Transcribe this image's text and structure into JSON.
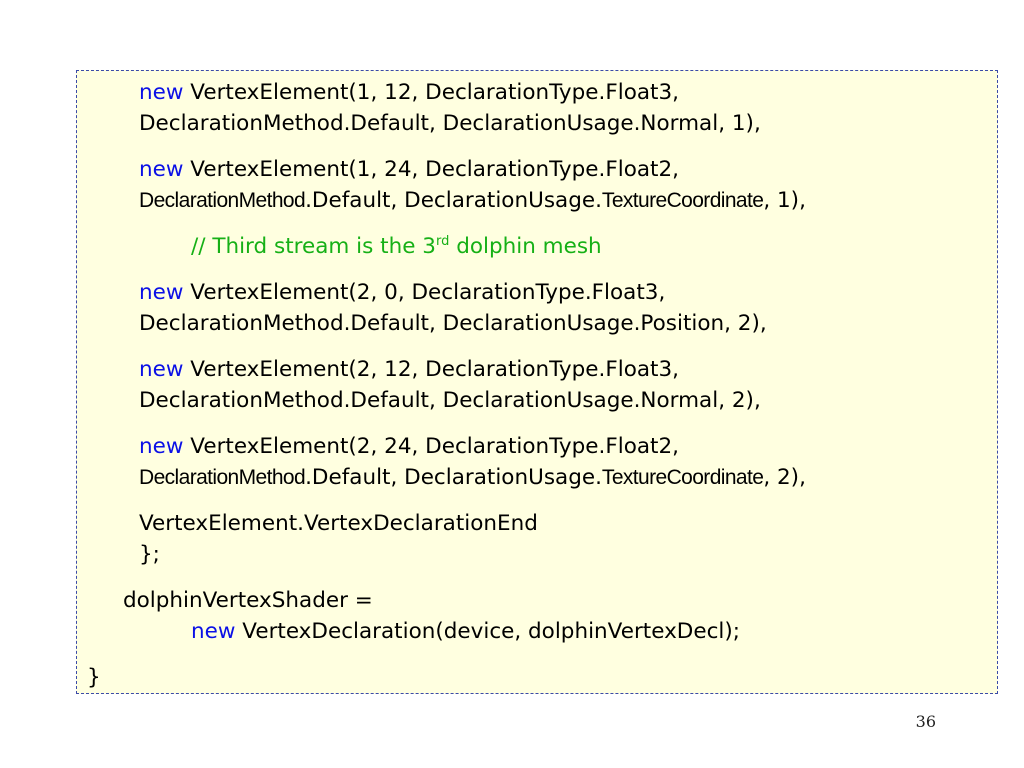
{
  "code": {
    "keyword": "new",
    "l1": "VertexElement(1, 12, DeclarationType.Float3,",
    "l2": "DeclarationMethod.Default, DeclarationUsage.Normal, 1),",
    "l3": "VertexElement(1, 24, DeclarationType.Float2,",
    "l4a": "DeclarationMethod",
    "l4b": ".Default, DeclarationUsage.",
    "l4c": "TextureCoordinate",
    "l4d": ", 1),",
    "comment_pre": "// Third stream is the 3",
    "comment_sup": "rd",
    "comment_post": " dolphin mesh",
    "l6": "VertexElement(2, 0, DeclarationType.Float3,",
    "l7": "DeclarationMethod.Default, DeclarationUsage.Position, 2),",
    "l8": "VertexElement(2, 12, DeclarationType.Float3,",
    "l9": "DeclarationMethod.Default, DeclarationUsage.Normal, 2),",
    "l10": "VertexElement(2, 24, DeclarationType.Float2,",
    "l11a": "DeclarationMethod",
    "l11b": ".Default, DeclarationUsage.",
    "l11c": "TextureCoordinate",
    "l11d": ", 2),",
    "l12": "VertexElement.VertexDeclarationEnd",
    "l13": "};",
    "l14": "dolphinVertexShader =",
    "l15": "VertexDeclaration(device, dolphinVertexDecl);",
    "l16": "}"
  },
  "page_number": "36",
  "colors": {
    "background": "#ffffe0",
    "border": "#3b4aa8",
    "keyword": "#0b10e6",
    "comment": "#16b016"
  }
}
